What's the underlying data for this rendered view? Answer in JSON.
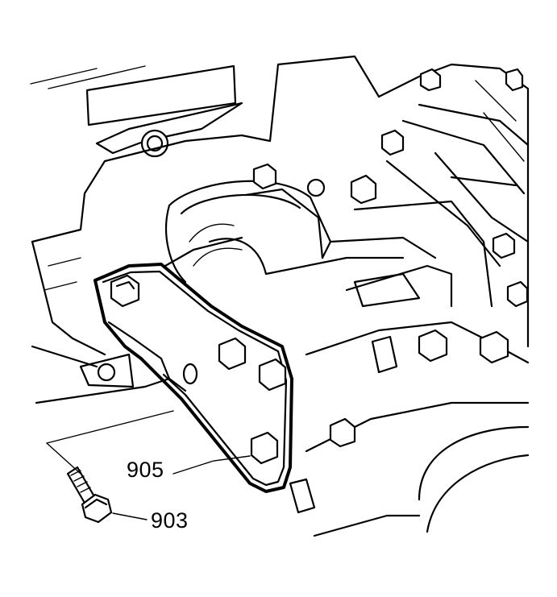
{
  "figure": {
    "callouts": [
      {
        "id": "905",
        "label": "905"
      },
      {
        "id": "903",
        "label": "903"
      }
    ],
    "line_color": "#000000",
    "background": "#ffffff"
  }
}
